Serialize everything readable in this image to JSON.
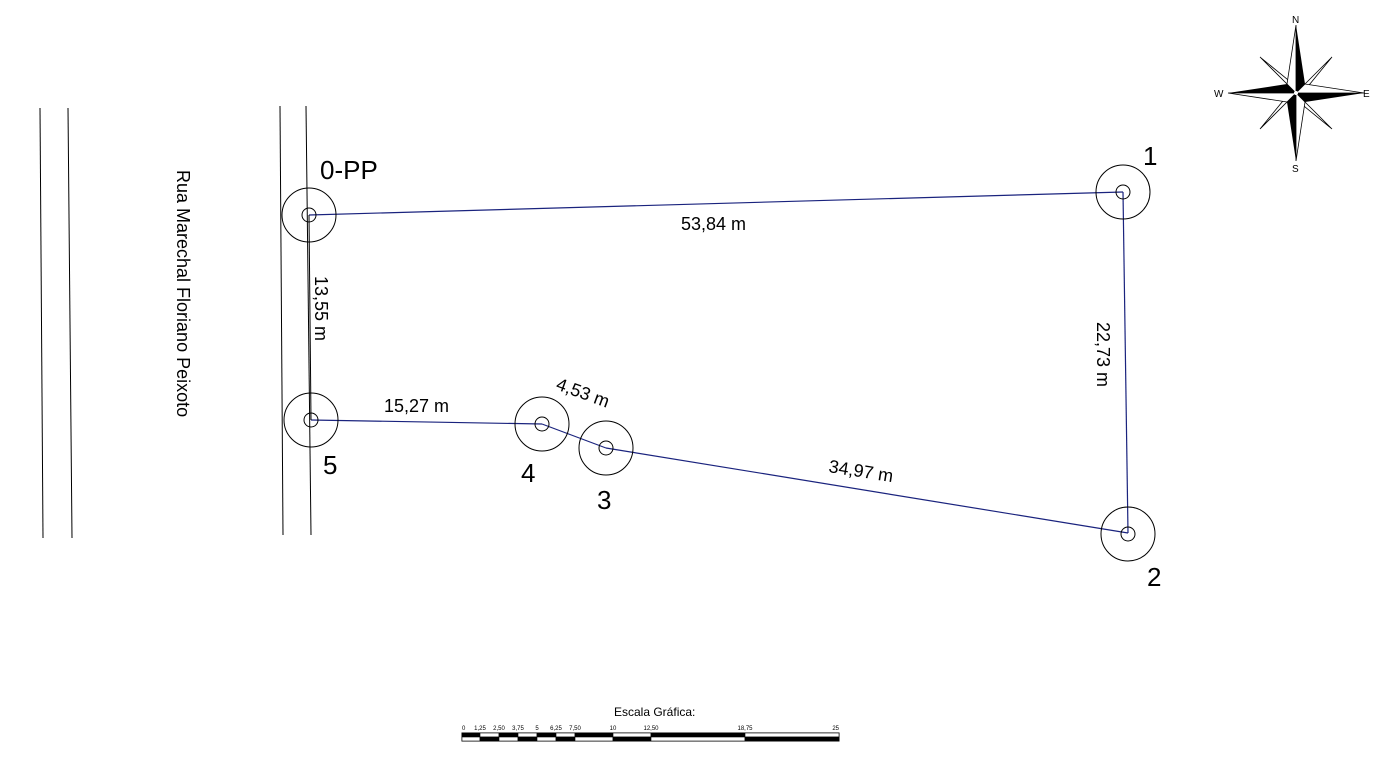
{
  "diagram": {
    "street_name": "Rua Marechal Floriano Peixoto",
    "points": [
      {
        "id": "0-PP",
        "label": "0-PP"
      },
      {
        "id": "1",
        "label": "1"
      },
      {
        "id": "2",
        "label": "2"
      },
      {
        "id": "3",
        "label": "3"
      },
      {
        "id": "4",
        "label": "4"
      },
      {
        "id": "5",
        "label": "5"
      }
    ],
    "segments": [
      {
        "from": "0-PP",
        "to": "1",
        "length": "53,84 m"
      },
      {
        "from": "1",
        "to": "2",
        "length": "22,73 m"
      },
      {
        "from": "2",
        "to": "3",
        "length": "34,97 m"
      },
      {
        "from": "3",
        "to": "4",
        "length": "4,53 m"
      },
      {
        "from": "4",
        "to": "5",
        "length": "15,27 m"
      },
      {
        "from": "5",
        "to": "0-PP",
        "length": "13,55 m"
      }
    ],
    "line_color": "#1a237e"
  },
  "compass": {
    "north": "N",
    "south": "S",
    "east": "E",
    "west": "W"
  },
  "scale_bar": {
    "title": "Escala Gráfica:",
    "ticks": [
      "0",
      "1,25",
      "2,50",
      "3,75",
      "5",
      "6,25",
      "7,50",
      "10",
      "12,50",
      "18,75",
      "25"
    ]
  }
}
